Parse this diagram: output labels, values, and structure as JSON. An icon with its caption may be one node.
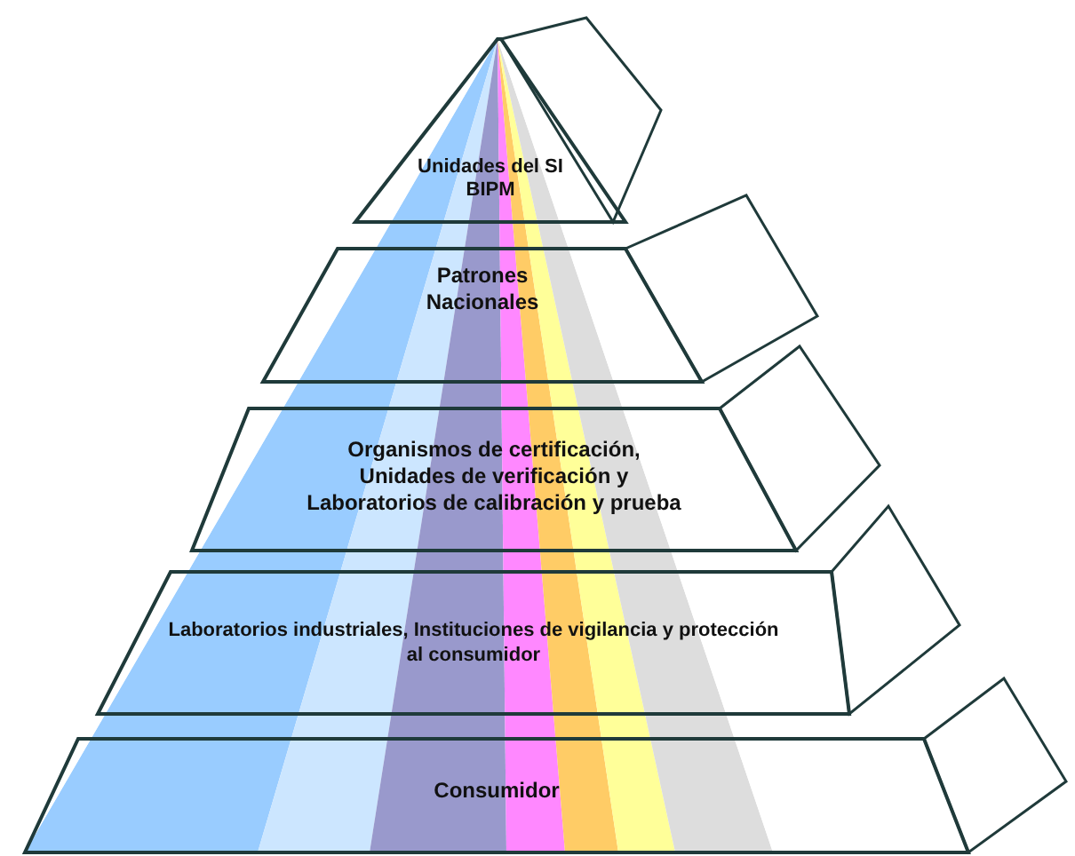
{
  "diagram": {
    "nodes": [
      {
        "text": [
          "Unidades del SI",
          "BIPM"
        ]
      },
      {
        "text": [
          "Patrones Nacionales"
        ]
      },
      {
        "text": [
          "Organismos de certificación, Unidades de verificación y Laboratorios de calibración y prueba"
        ]
      },
      {
        "text": [
          "Laboratorios industriales, Instituciones de vigilancia y protección al consumidor"
        ]
      },
      {
        "text": [
          "Consumidor"
        ]
      }
    ]
  }
}
